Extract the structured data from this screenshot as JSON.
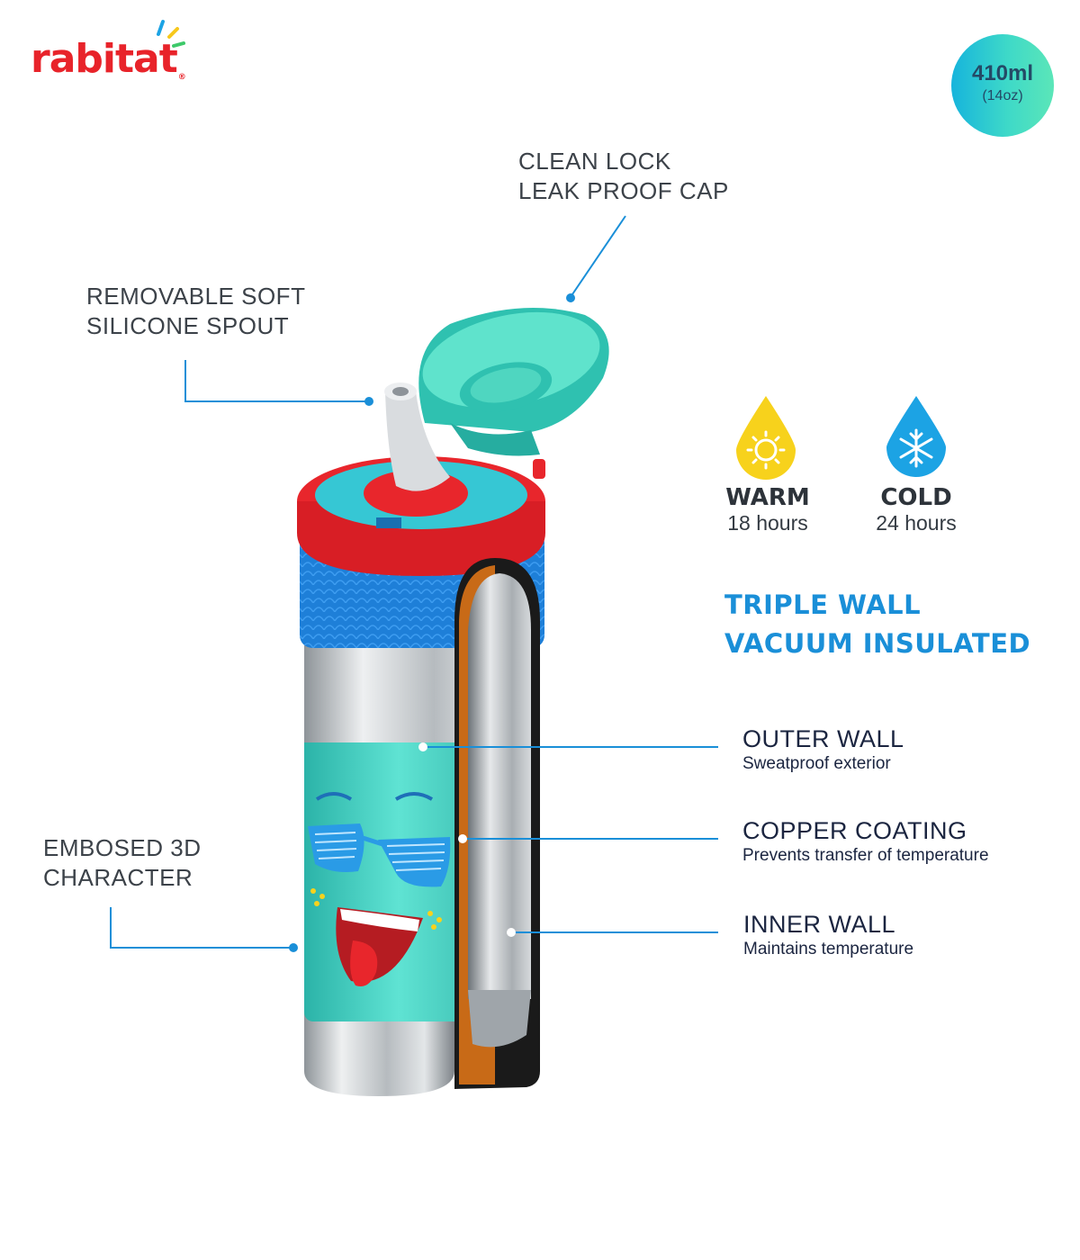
{
  "brand": {
    "name": "rabitat",
    "mark": "®"
  },
  "capacity": {
    "volume": "410ml",
    "ounces": "(14oz)"
  },
  "callouts": {
    "cap": {
      "line1": "CLEAN LOCK",
      "line2": "LEAK PROOF CAP"
    },
    "spout": {
      "line1": "REMOVABLE SOFT",
      "line2": "SILICONE SPOUT"
    },
    "character": {
      "line1": "EMBOSED 3D",
      "line2": "CHARACTER"
    }
  },
  "temperature": {
    "warm": {
      "title": "WARM",
      "duration": "18 hours",
      "icon": "sun-drop-icon",
      "color": "#f7d21c"
    },
    "cold": {
      "title": "COLD",
      "duration": "24 hours",
      "icon": "snowflake-drop-icon",
      "color": "#1ca3e4"
    }
  },
  "insulation": {
    "line1": "TRIPLE WALL",
    "line2": "VACUUM INSULATED"
  },
  "walls": [
    {
      "title": "OUTER WALL",
      "subtitle": "Sweatproof exterior"
    },
    {
      "title": "COPPER COATING",
      "subtitle": "Prevents transfer of temperature"
    },
    {
      "title": "INNER WALL",
      "subtitle": "Maintains temperature"
    }
  ],
  "colors": {
    "accent": "#1a8fd8",
    "brand_red": "#e8232a",
    "body_teal": "#3ed1c2",
    "grip_blue": "#1e7fd8"
  }
}
